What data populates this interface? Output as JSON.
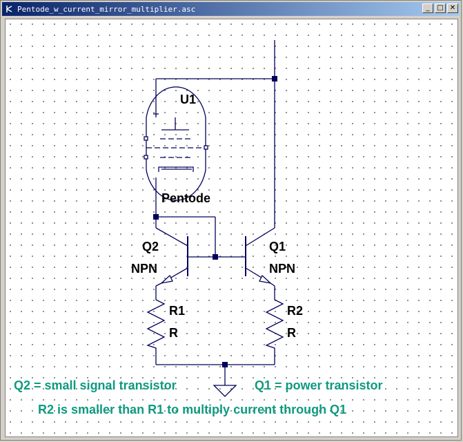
{
  "window": {
    "title": "Pentode_w_current_mirror_multiplier.asc",
    "buttons": {
      "minimize": "_",
      "maximize": "□",
      "close": "✕"
    }
  },
  "colors": {
    "wire": "#00005a",
    "label": "#000000",
    "note": "#0e9a80",
    "title_start": "#0a246a",
    "title_end": "#a6caf0"
  },
  "components": {
    "u1": {
      "ref": "U1",
      "value": "Pentode"
    },
    "q2": {
      "ref": "Q2",
      "value": "NPN"
    },
    "q1": {
      "ref": "Q1",
      "value": "NPN"
    },
    "r1": {
      "ref": "R1",
      "value": "R"
    },
    "r2": {
      "ref": "R2",
      "value": "R"
    }
  },
  "notes": {
    "q2_note": "Q2 = small signal transistor",
    "q1_note": "Q1 = power transistor",
    "r2_note": "R2 is smaller than R1 to multiply current through Q1"
  },
  "icons": {
    "app": "ltspice-schematic-icon",
    "ground": "ground-symbol-icon"
  }
}
